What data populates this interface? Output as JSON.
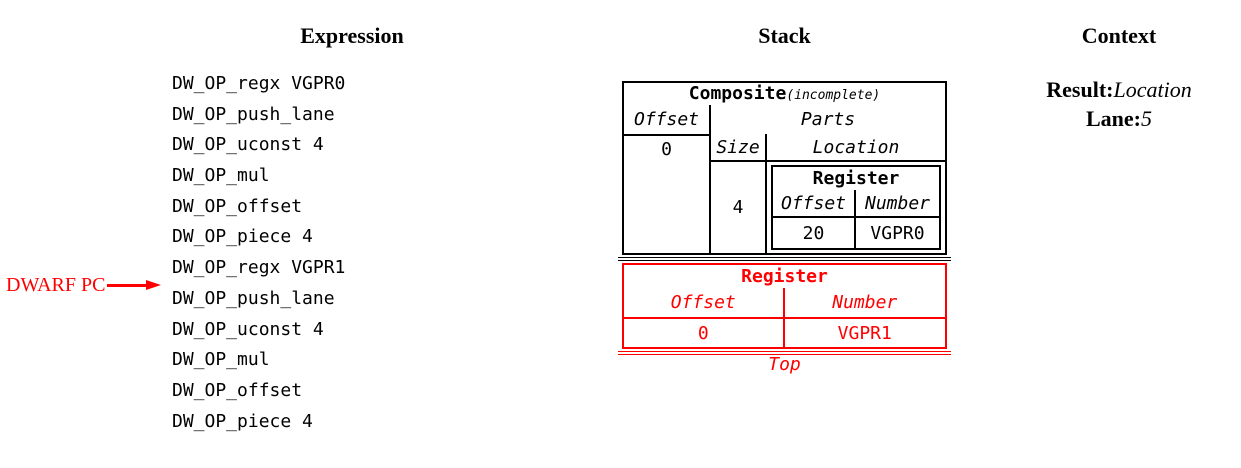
{
  "expression": {
    "header": "Expression",
    "ops": [
      "DW_OP_regx VGPR0",
      "DW_OP_push_lane",
      "DW_OP_uconst 4",
      "DW_OP_mul",
      "DW_OP_offset",
      "DW_OP_piece 4",
      "DW_OP_regx VGPR1",
      "DW_OP_push_lane",
      "DW_OP_uconst 4",
      "DW_OP_mul",
      "DW_OP_offset",
      "DW_OP_piece 4"
    ]
  },
  "pc_marker": {
    "label": "DWARF PC",
    "target_op_index": 7,
    "color": "#ff0000"
  },
  "stack": {
    "header": "Stack",
    "entries": [
      {
        "type": "composite",
        "title": "Composite",
        "title_note": "(incomplete)",
        "offset_header": "Offset",
        "offset_value": "0",
        "parts_header": "Parts",
        "size_header": "Size",
        "location_header": "Location",
        "part": {
          "size": "4",
          "location": {
            "title": "Register",
            "offset_header": "Offset",
            "number_header": "Number",
            "offset_value": "20",
            "number_value": "VGPR0"
          }
        }
      },
      {
        "type": "register",
        "highlight_color": "#ff0000",
        "title": "Register",
        "offset_header": "Offset",
        "number_header": "Number",
        "offset_value": "0",
        "number_value": "VGPR1"
      }
    ],
    "top_label": "Top"
  },
  "context": {
    "header": "Context",
    "result_label": "Result:",
    "result_value": "Location",
    "lane_label": "Lane:",
    "lane_value": "5"
  }
}
